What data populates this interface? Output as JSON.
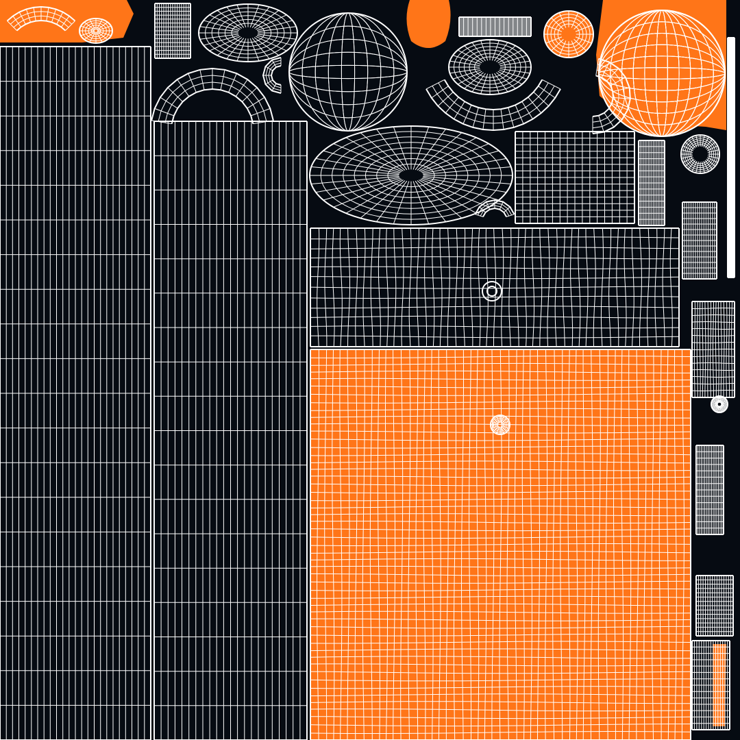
{
  "texture": {
    "background_color": "#060b12",
    "wire_color": "#ffffff",
    "fill_color": "#ff7518",
    "islands": [
      {
        "name": "tall-grid-left",
        "filled": false,
        "cols": 24,
        "rows": 20
      },
      {
        "name": "tall-grid-middle",
        "filled": false,
        "cols": 22,
        "rows": 18
      },
      {
        "name": "grid-center-upper",
        "filled": false,
        "cols": 48,
        "rows": 12
      },
      {
        "name": "grid-center-orange",
        "filled": true,
        "cols": 50,
        "rows": 52
      },
      {
        "name": "grid-small-square",
        "filled": false,
        "cols": 16,
        "rows": 14
      },
      {
        "name": "sphere-center",
        "filled": false,
        "rings": 9,
        "spokes": 16
      },
      {
        "name": "sphere-orange-right",
        "filled": true,
        "rings": 11,
        "spokes": 18
      },
      {
        "name": "oval-large",
        "filled": false,
        "rings": 8,
        "spokes": 36
      },
      {
        "name": "oval-top",
        "filled": false,
        "rings": 6,
        "spokes": 28
      },
      {
        "name": "oval-mid-right",
        "filled": false,
        "rings": 6,
        "spokes": 28
      },
      {
        "name": "cap-orange-small",
        "filled": true,
        "rings": 5,
        "spokes": 16
      },
      {
        "name": "orange-strip-top-left",
        "filled": true
      },
      {
        "name": "orange-chip-top",
        "filled": true
      },
      {
        "name": "orange-pill-right",
        "filled": true
      }
    ]
  }
}
